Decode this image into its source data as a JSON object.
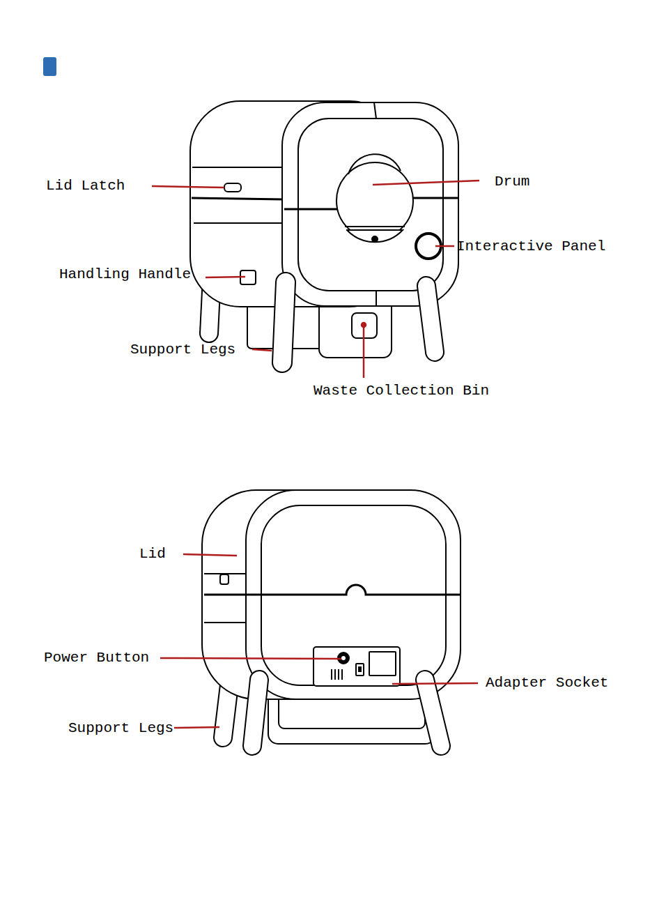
{
  "diagram": {
    "labels": [
      "Lid Latch",
      "Drum",
      "Interactive Panel",
      "Handling Handle",
      "Support Legs",
      "Waste Collection Bin",
      "Lid",
      "Power Button",
      "Support Legs",
      "Adapter Socket"
    ]
  }
}
